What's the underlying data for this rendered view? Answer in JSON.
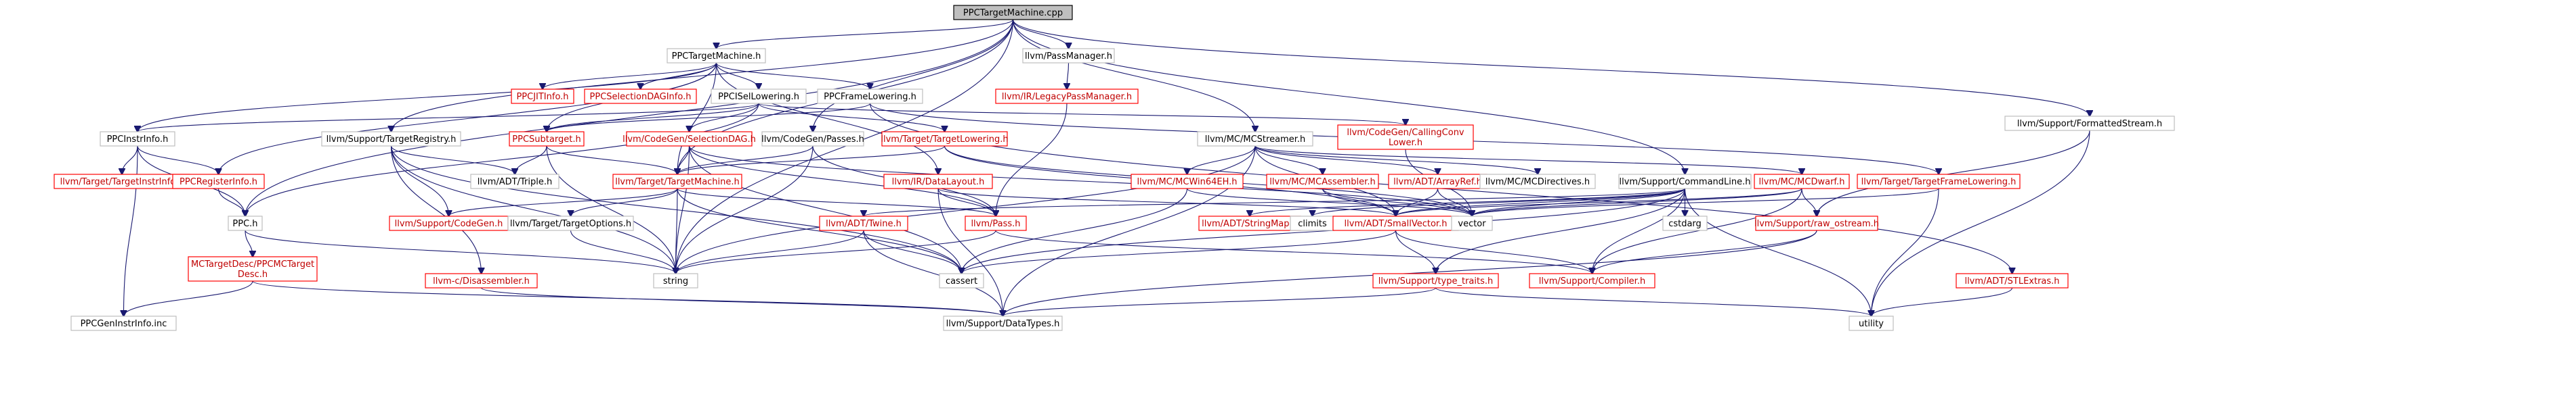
{
  "nodes": {
    "root": "PPCTargetMachine.cpp",
    "ppc_tm_h": "PPCTargetMachine.h",
    "passmanager": "llvm/PassManager.h",
    "formatted": "llvm/Support/FormattedStream.h",
    "legacy_pm": "llvm/IR/LegacyPassManager.h",
    "ppcjit": "PPCJITInfo.h",
    "ppcseldag": "PPCSelectionDAGInfo.h",
    "ppcisel": "PPCISelLowering.h",
    "ppcframe": "PPCFrameLowering.h",
    "ppcinstrinfo": "PPCInstrInfo.h",
    "target_reg": "llvm/Support/TargetRegistry.h",
    "ppcsubtarget": "PPCSubtarget.h",
    "codegen_seldag": "llvm/CodeGen/SelectionDAG.h",
    "codegen_passes": "llvm/CodeGen/Passes.h",
    "target_lowering": "llvm/Target/TargetLowering.h",
    "calling_conv": [
      "llvm/CodeGen/CallingConv",
      "Lower.h"
    ],
    "mcstreamer": "llvm/MC/MCStreamer.h",
    "target_instrinfo": "llvm/Target/TargetInstrInfo.h",
    "ppcreginfo": "PPCRegisterInfo.h",
    "adt_triple": "llvm/ADT/Triple.h",
    "target_machine": "llvm/Target/TargetMachine.h",
    "ir_datalayout": "llvm/IR/DataLayout.h",
    "mcwin64": "llvm/MC/MCWin64EH.h",
    "mcassembler": "llvm/MC/MCAssembler.h",
    "arrayref": "llvm/ADT/ArrayRef.h",
    "mcdirectives": "llvm/MC/MCDirectives.h",
    "cmdline": "llvm/Support/CommandLine.h",
    "mcdwarf": "llvm/MC/MCDwarf.h",
    "frame_lowering": "llvm/Target/TargetFrameLowering.h",
    "ppc_h": "PPC.h",
    "support_codegen": "llvm/Support/CodeGen.h",
    "target_options": "llvm/Target/TargetOptions.h",
    "twine": "llvm/ADT/Twine.h",
    "pass_h": "llvm/Pass.h",
    "stringmap": "llvm/ADT/StringMap.h",
    "climits": "climits",
    "smallvector": "llvm/ADT/SmallVector.h",
    "vector": "vector",
    "cstdarg": "cstdarg",
    "raw_ostream": "llvm/Support/raw_ostream.h",
    "mc_target_desc": [
      "MCTargetDesc/PPCMCTarget",
      "Desc.h"
    ],
    "c_disasm": "llvm-c/Disassembler.h",
    "string": "string",
    "cassert": "cassert",
    "type_traits": "llvm/Support/type_traits.h",
    "compiler": "llvm/Support/Compiler.h",
    "stlextras": "llvm/ADT/STLExtras.h",
    "ppc_geninstr": "PPCGenInstrInfo.inc",
    "datatypes": "llvm/Support/DataTypes.h",
    "utility": "utility"
  },
  "colors": {
    "edge": "#191970",
    "root_fill": "#bfbfbf",
    "box_border_plain": "#bfbfbf",
    "box_border_red": "#ff0000",
    "red_text": "#c00000"
  }
}
